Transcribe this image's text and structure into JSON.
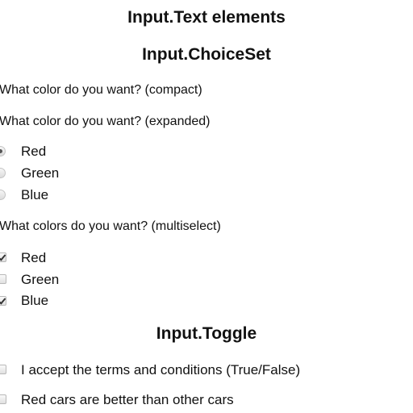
{
  "headings": {
    "text_elements": "Input.Text elements",
    "choice_set": "Input.ChoiceSet",
    "toggle": "Input.Toggle"
  },
  "choice_set": {
    "compact_prompt": "What color do you want? (compact)",
    "expanded_prompt": "What color do you want? (expanded)",
    "expanded_options": [
      {
        "label": "Red",
        "selected": true
      },
      {
        "label": "Green",
        "selected": false
      },
      {
        "label": "Blue",
        "selected": false
      }
    ],
    "multiselect_prompt": "What colors do you want? (multiselect)",
    "multiselect_options": [
      {
        "label": "Red",
        "checked": true
      },
      {
        "label": "Green",
        "checked": false
      },
      {
        "label": "Blue",
        "checked": true
      }
    ]
  },
  "toggle": {
    "items": [
      {
        "label": "I accept the terms and conditions (True/False)",
        "checked": false
      },
      {
        "label": "Red cars are better than other cars",
        "checked": false
      }
    ]
  }
}
